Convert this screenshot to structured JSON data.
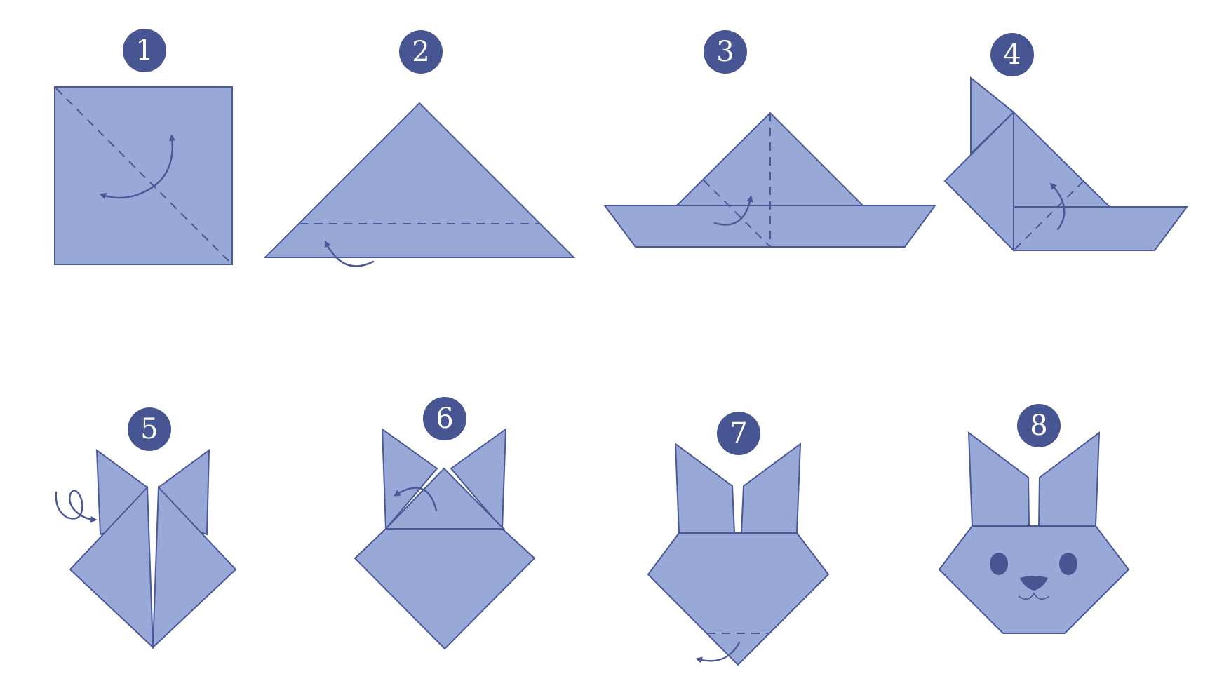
{
  "colors": {
    "paper_fill": "#98a8d7",
    "paper_stroke": "#4a5898",
    "fold_line": "#4a5898",
    "badge_fill": "#485593",
    "badge_text": "#ffffff",
    "feature": "#485593",
    "background": "#ffffff"
  },
  "steps": [
    {
      "number": "1"
    },
    {
      "number": "2"
    },
    {
      "number": "3"
    },
    {
      "number": "4"
    },
    {
      "number": "5"
    },
    {
      "number": "6"
    },
    {
      "number": "7"
    },
    {
      "number": "8"
    }
  ]
}
